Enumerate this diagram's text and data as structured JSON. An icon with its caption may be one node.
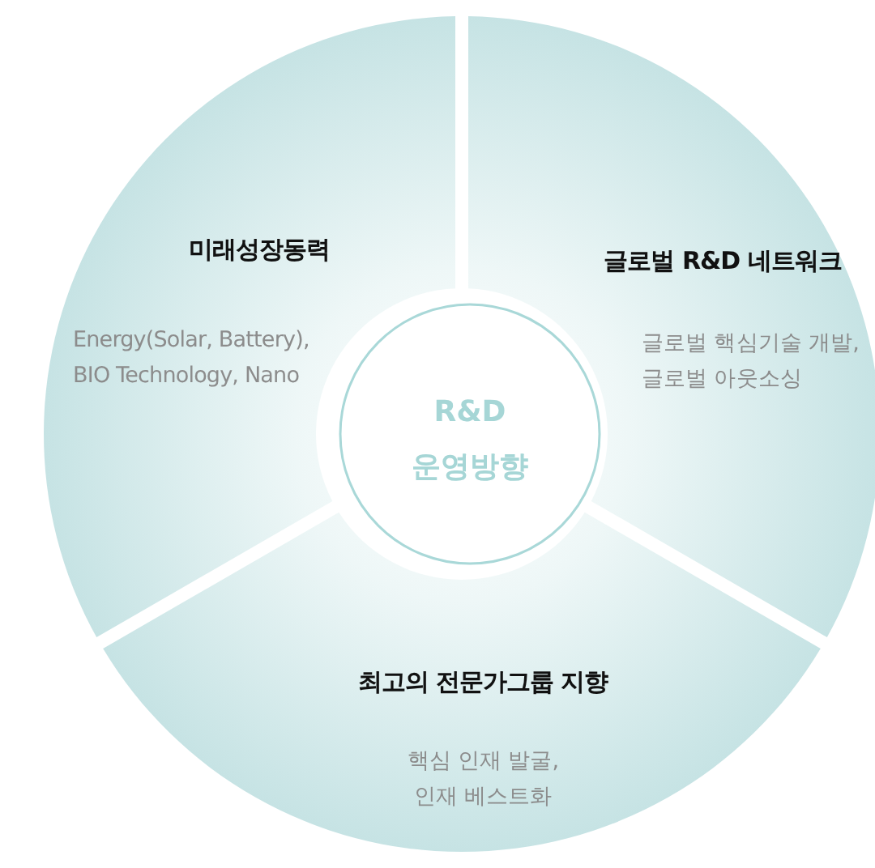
{
  "diagram": {
    "nodes": [
      {
        "text": [
          "미래성장동력",
          "Energy(Solar, Battery), BIO Technology, Nano"
        ]
      },
      {
        "text": [
          "글로벌 R&D 네트워크",
          "글로벌 핵심기술 개발, 글로벌 아웃소싱"
        ]
      },
      {
        "text": [
          "최고의 전문가그룹 지향",
          "핵심 인재 발굴, 인재 베스트화"
        ]
      },
      {
        "text": [
          "R&D",
          "운영방향"
        ]
      }
    ]
  }
}
